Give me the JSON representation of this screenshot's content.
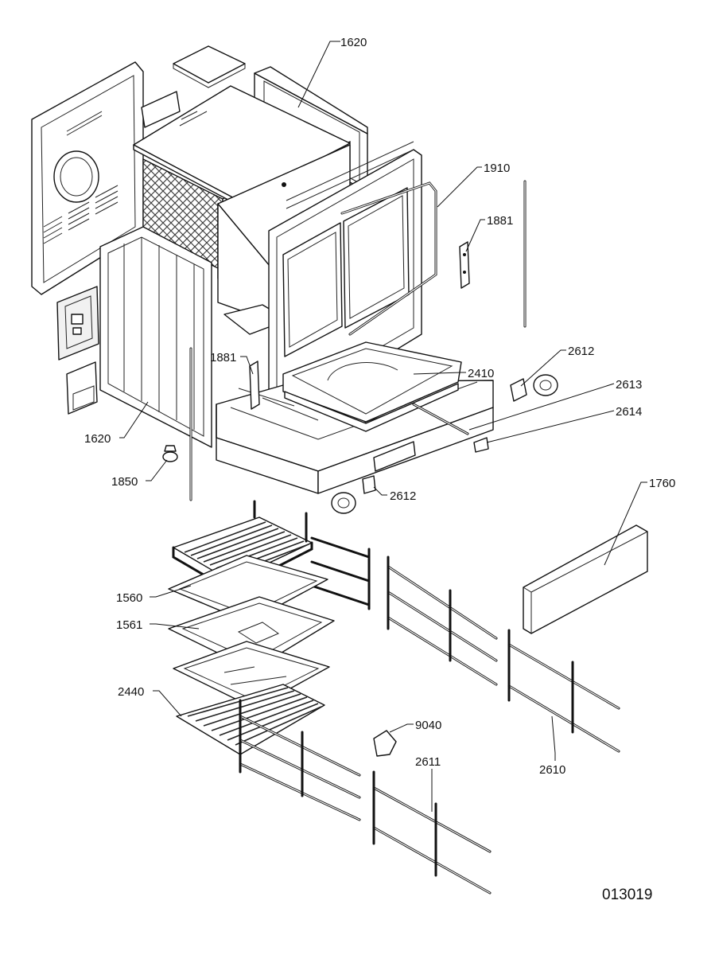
{
  "callouts": {
    "c1620_top": "1620",
    "c1910": "1910",
    "c1881_right": "1881",
    "c2612_top": "2612",
    "c1881_left": "1881",
    "c2410": "2410",
    "c2613": "2613",
    "c2614": "2614",
    "c1620_bottom": "1620",
    "c1850": "1850",
    "c2612_bottom": "2612",
    "c1760": "1760",
    "c1560": "1560",
    "c1561": "1561",
    "c2440": "2440",
    "c9040": "9040",
    "c2611": "2611",
    "c2610": "2610"
  },
  "drawing_number": "013019"
}
